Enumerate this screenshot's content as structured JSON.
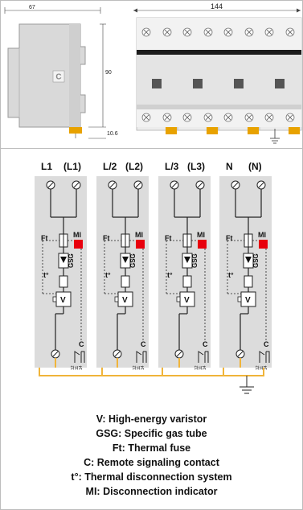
{
  "dimensions": {
    "side_width": "67",
    "front_width": "144",
    "height": "90",
    "rail_depth": "10.6"
  },
  "module_logo": "C",
  "terminals": [
    {
      "left": "L1",
      "right": "(L1)"
    },
    {
      "left": "L/2",
      "right": "(L2)"
    },
    {
      "left": "L/3",
      "right": "(L3)"
    },
    {
      "left": "N",
      "right": "(N)"
    }
  ],
  "labels": {
    "thermal_fuse": "Ft",
    "indicator": "MI",
    "gas_tube": "GSG",
    "thermal_system": "t°",
    "varistor": "V",
    "contact": "C",
    "contact_pins": [
      "12",
      "11",
      "14"
    ]
  },
  "legend": [
    "V: High-energy varistor",
    "GSG: Specific gas tube",
    "Ft: Thermal fuse",
    "C: Remote signaling contact",
    "t°: Thermal disconnection system",
    "MI: Disconnection indicator"
  ],
  "colors": {
    "indicator": "#e8000d",
    "bus": "#f0b43a",
    "panel": "#dcdcdc",
    "terminal_block": "#e8a200"
  }
}
